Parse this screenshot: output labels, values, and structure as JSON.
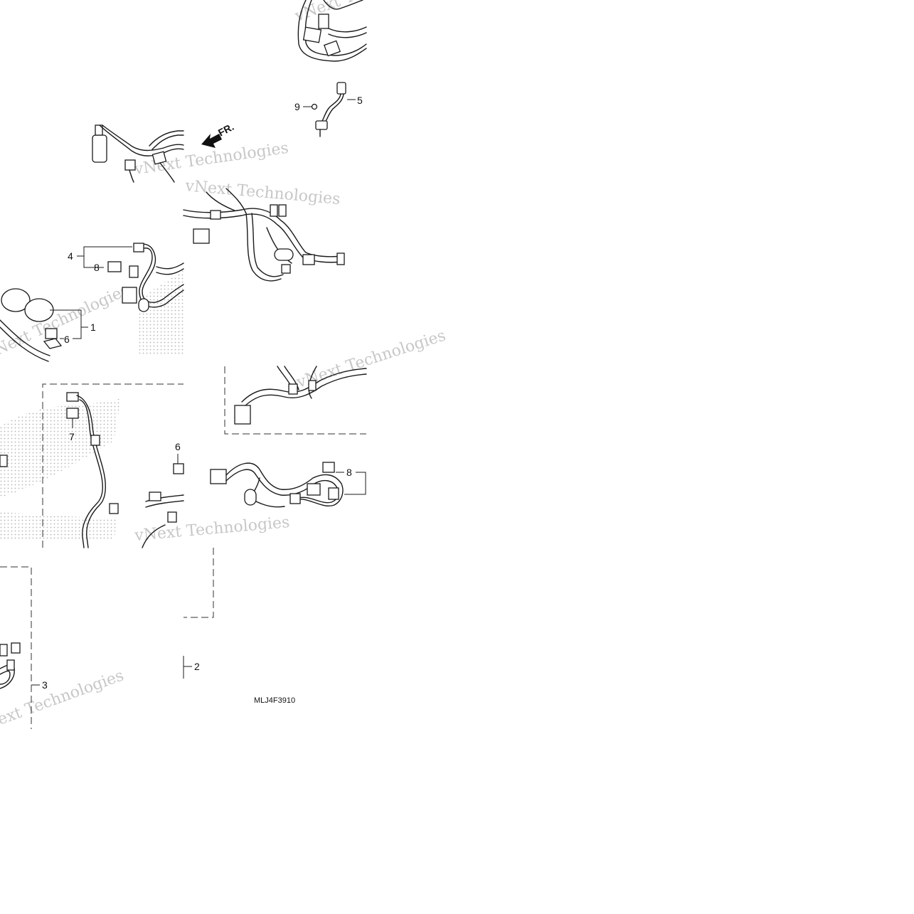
{
  "diagram": {
    "callouts": [
      "1",
      "2",
      "3",
      "4",
      "5",
      "6",
      "6",
      "7",
      "8",
      "8",
      "9"
    ],
    "direction_label": "FR.",
    "diagram_code": "MLJ4F3910",
    "watermark_text": "vNext Technologies",
    "colors": {
      "line": "#1a1a1a",
      "watermark": "#9a9a9a",
      "background": "#ffffff"
    }
  }
}
